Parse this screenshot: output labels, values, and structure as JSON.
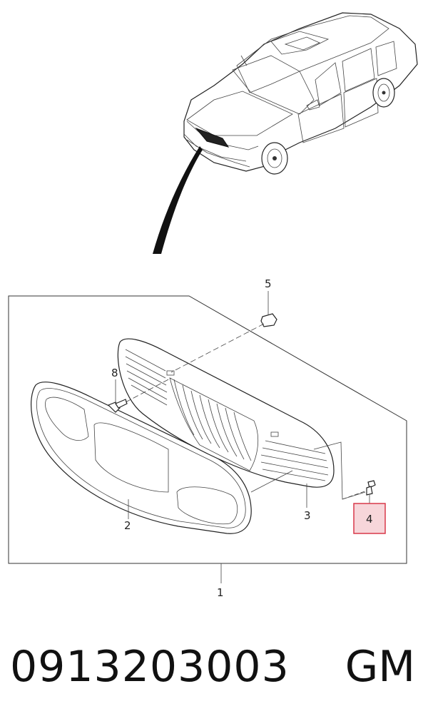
{
  "callouts": {
    "c1": "1",
    "c2": "2",
    "c3": "3",
    "c4": "4",
    "c5": "5",
    "c8": "8"
  },
  "highlight_color": "#d9384a",
  "highlight_fill": "#f7d6da",
  "footer": {
    "part_number": "0913203003",
    "brand": "GM"
  }
}
